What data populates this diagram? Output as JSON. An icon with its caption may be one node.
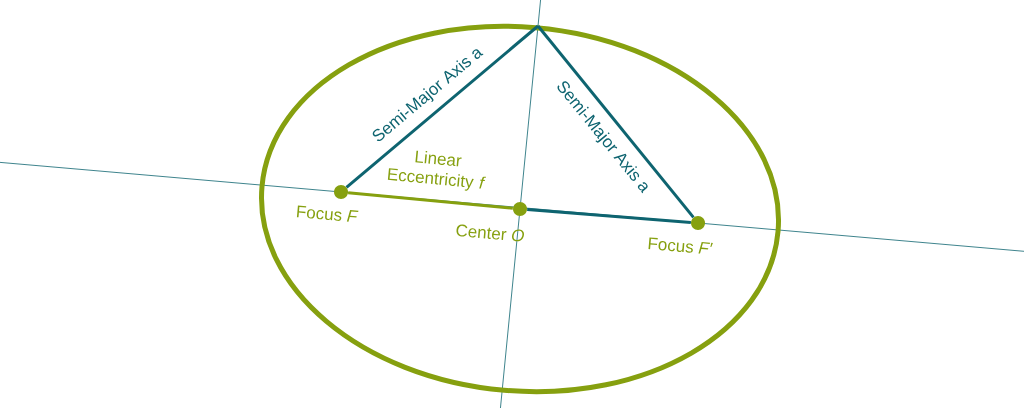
{
  "diagram": {
    "nodes": [
      {
        "text": [],
        "shape": "circle",
        "beside": [
          "Focus *F*"
        ]
      },
      {
        "text": [],
        "shape": "circle",
        "beside": [
          "Center *O*"
        ]
      },
      {
        "text": [],
        "shape": "circle",
        "beside": [
          "Focus *F′*"
        ]
      }
    ],
    "edges": [
      {
        "from": 0,
        "to": null,
        "arrow": "none",
        "label": "Semi-Major Axis a"
      },
      {
        "from": null,
        "to": 2,
        "arrow": "none",
        "label": "Semi-Major Axis a"
      },
      {
        "from": 0,
        "to": 1,
        "arrow": "none",
        "label": "Linear Eccentricity *f*",
        "color": "#86a00f"
      },
      {
        "from": 1,
        "to": 2,
        "arrow": "none"
      }
    ]
  }
}
